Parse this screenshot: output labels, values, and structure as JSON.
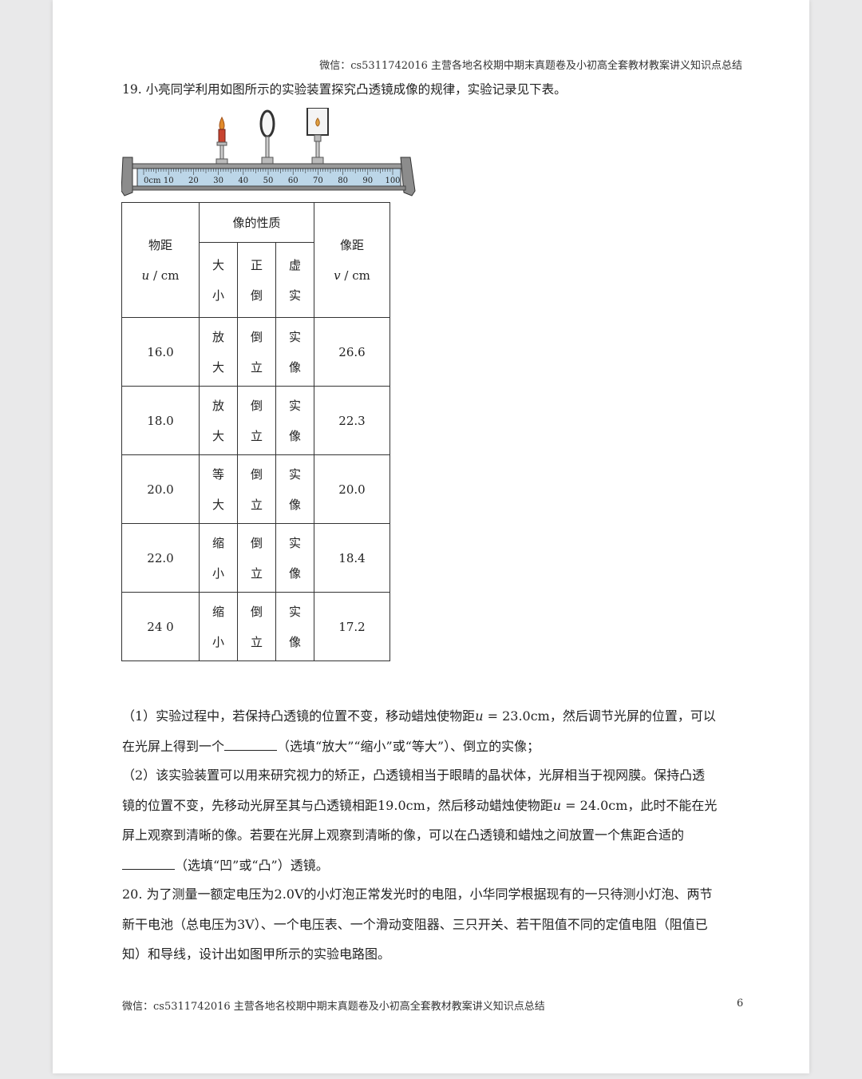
{
  "header_text": "微信：cs5311742016 主营各地名校期中期末真题卷及小初高全套教材教案讲义知识点总结",
  "question19": {
    "stem": "19. 小亮同学利用如图所示的实验装置探究凸透镜成像的规律，实验记录见下表。",
    "ruler_ticks": [
      "0cm",
      "10",
      "20",
      "30",
      "40",
      "50",
      "60",
      "70",
      "80",
      "90",
      "100"
    ]
  },
  "table": {
    "col_u_label": "物距",
    "col_u_var": "u",
    "col_u_unit": " / cm",
    "col_nature": "像的性质",
    "sub_size": [
      "大",
      "小"
    ],
    "sub_orient": [
      "正",
      "倒"
    ],
    "sub_real": [
      "虚",
      "实"
    ],
    "col_v_label": "像距",
    "col_v_var": "v",
    "col_v_unit": " / cm",
    "rows": [
      {
        "u": "16.0",
        "size": [
          "放",
          "大"
        ],
        "orient": [
          "倒",
          "立"
        ],
        "real": [
          "实",
          "像"
        ],
        "v": "26.6"
      },
      {
        "u": "18.0",
        "size": [
          "放",
          "大"
        ],
        "orient": [
          "倒",
          "立"
        ],
        "real": [
          "实",
          "像"
        ],
        "v": "22.3"
      },
      {
        "u": "20.0",
        "size": [
          "等",
          "大"
        ],
        "orient": [
          "倒",
          "立"
        ],
        "real": [
          "实",
          "像"
        ],
        "v": "20.0"
      },
      {
        "u": "22.0",
        "size": [
          "缩",
          "小"
        ],
        "orient": [
          "倒",
          "立"
        ],
        "real": [
          "实",
          "像"
        ],
        "v": "18.4"
      },
      {
        "u": "24 0",
        "size": [
          "缩",
          "小"
        ],
        "orient": [
          "倒",
          "立"
        ],
        "real": [
          "实",
          "像"
        ],
        "v": "17.2"
      }
    ]
  },
  "q1": {
    "part_a": "（1）实验过程中，若保持凸透镜的位置不变，移动蜡烛使物距",
    "eq1": " = 23.0cm",
    "part_b": "，然后调节光屏的位置，可以",
    "part_c": "在光屏上得到一个",
    "part_d": "（选填“放大”“缩小”或“等大”）、倒立的实像；"
  },
  "q2": {
    "line1": "（2）该实验装置可以用来研究视力的矫正，凸透镜相当于眼睛的晶状体，光屏相当于视网膜。保持凸透",
    "line2a": "镜的位置不变，先移动光屏至其与凸透镜相距19.0cm，然后移动蜡烛使物距",
    "eq2": " = 24.0cm",
    "line2b": "，此时不能在光",
    "line3": "屏上观察到清晰的像。若要在光屏上观察到清晰的像，可以在凸透镜和蜡烛之间放置一个焦距合适的",
    "line4": "（选填“凹”或“凸”）透镜。"
  },
  "question20": {
    "line1": "20. 为了测量一额定电压为2.0V的小灯泡正常发光时的电阻，小华同学根据现有的一只待测小灯泡、两节",
    "line2": "新干电池（总电压为3V）、一个电压表、一个滑动变阻器、三只开关、若干阻值不同的定值电阻（阻值已",
    "line3": "知）和导线，设计出如图甲所示的实验电路图。"
  },
  "footer_text": "微信：cs5311742016 主营各地名校期中期末真题卷及小初高全套教材教案讲义知识点总结",
  "page_number": "6"
}
